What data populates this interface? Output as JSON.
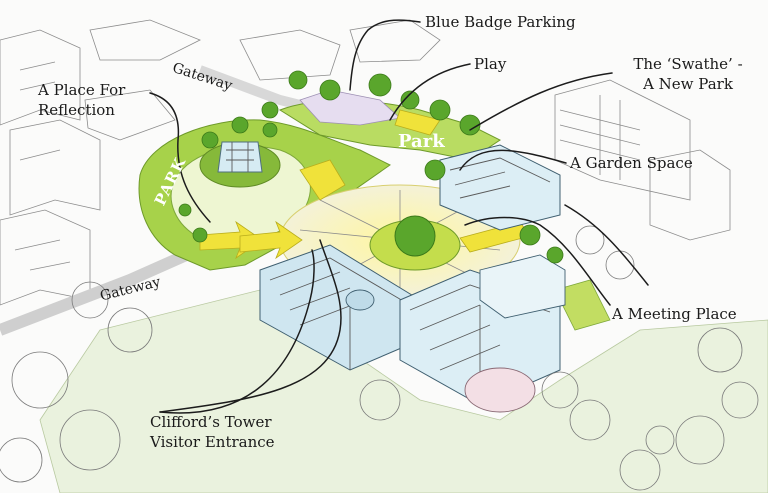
{
  "labels": {
    "blue_badge_parking": "Blue Badge Parking",
    "play": "Play",
    "swathe_line1": "The ‘Swathe’ -",
    "swathe_line2": "A New Park",
    "reflection_line1": "A Place For",
    "reflection_line2": "Reflection",
    "garden_space": "A Garden Space",
    "meeting_place": "A Meeting Place",
    "cliffords_line1": "Clifford’s Tower",
    "cliffords_line2": "Visitor Entrance",
    "gateway_top": "Gateway",
    "gateway_left": "Gateway",
    "park_left": "PARK",
    "park_right": "Park"
  },
  "colors": {
    "grass_green": "#9cca3c",
    "tree_green": "#5aa62c",
    "path_yellow": "#f2e640",
    "building_blue": "#cfe6f0",
    "ink": "#1c1c1c"
  }
}
